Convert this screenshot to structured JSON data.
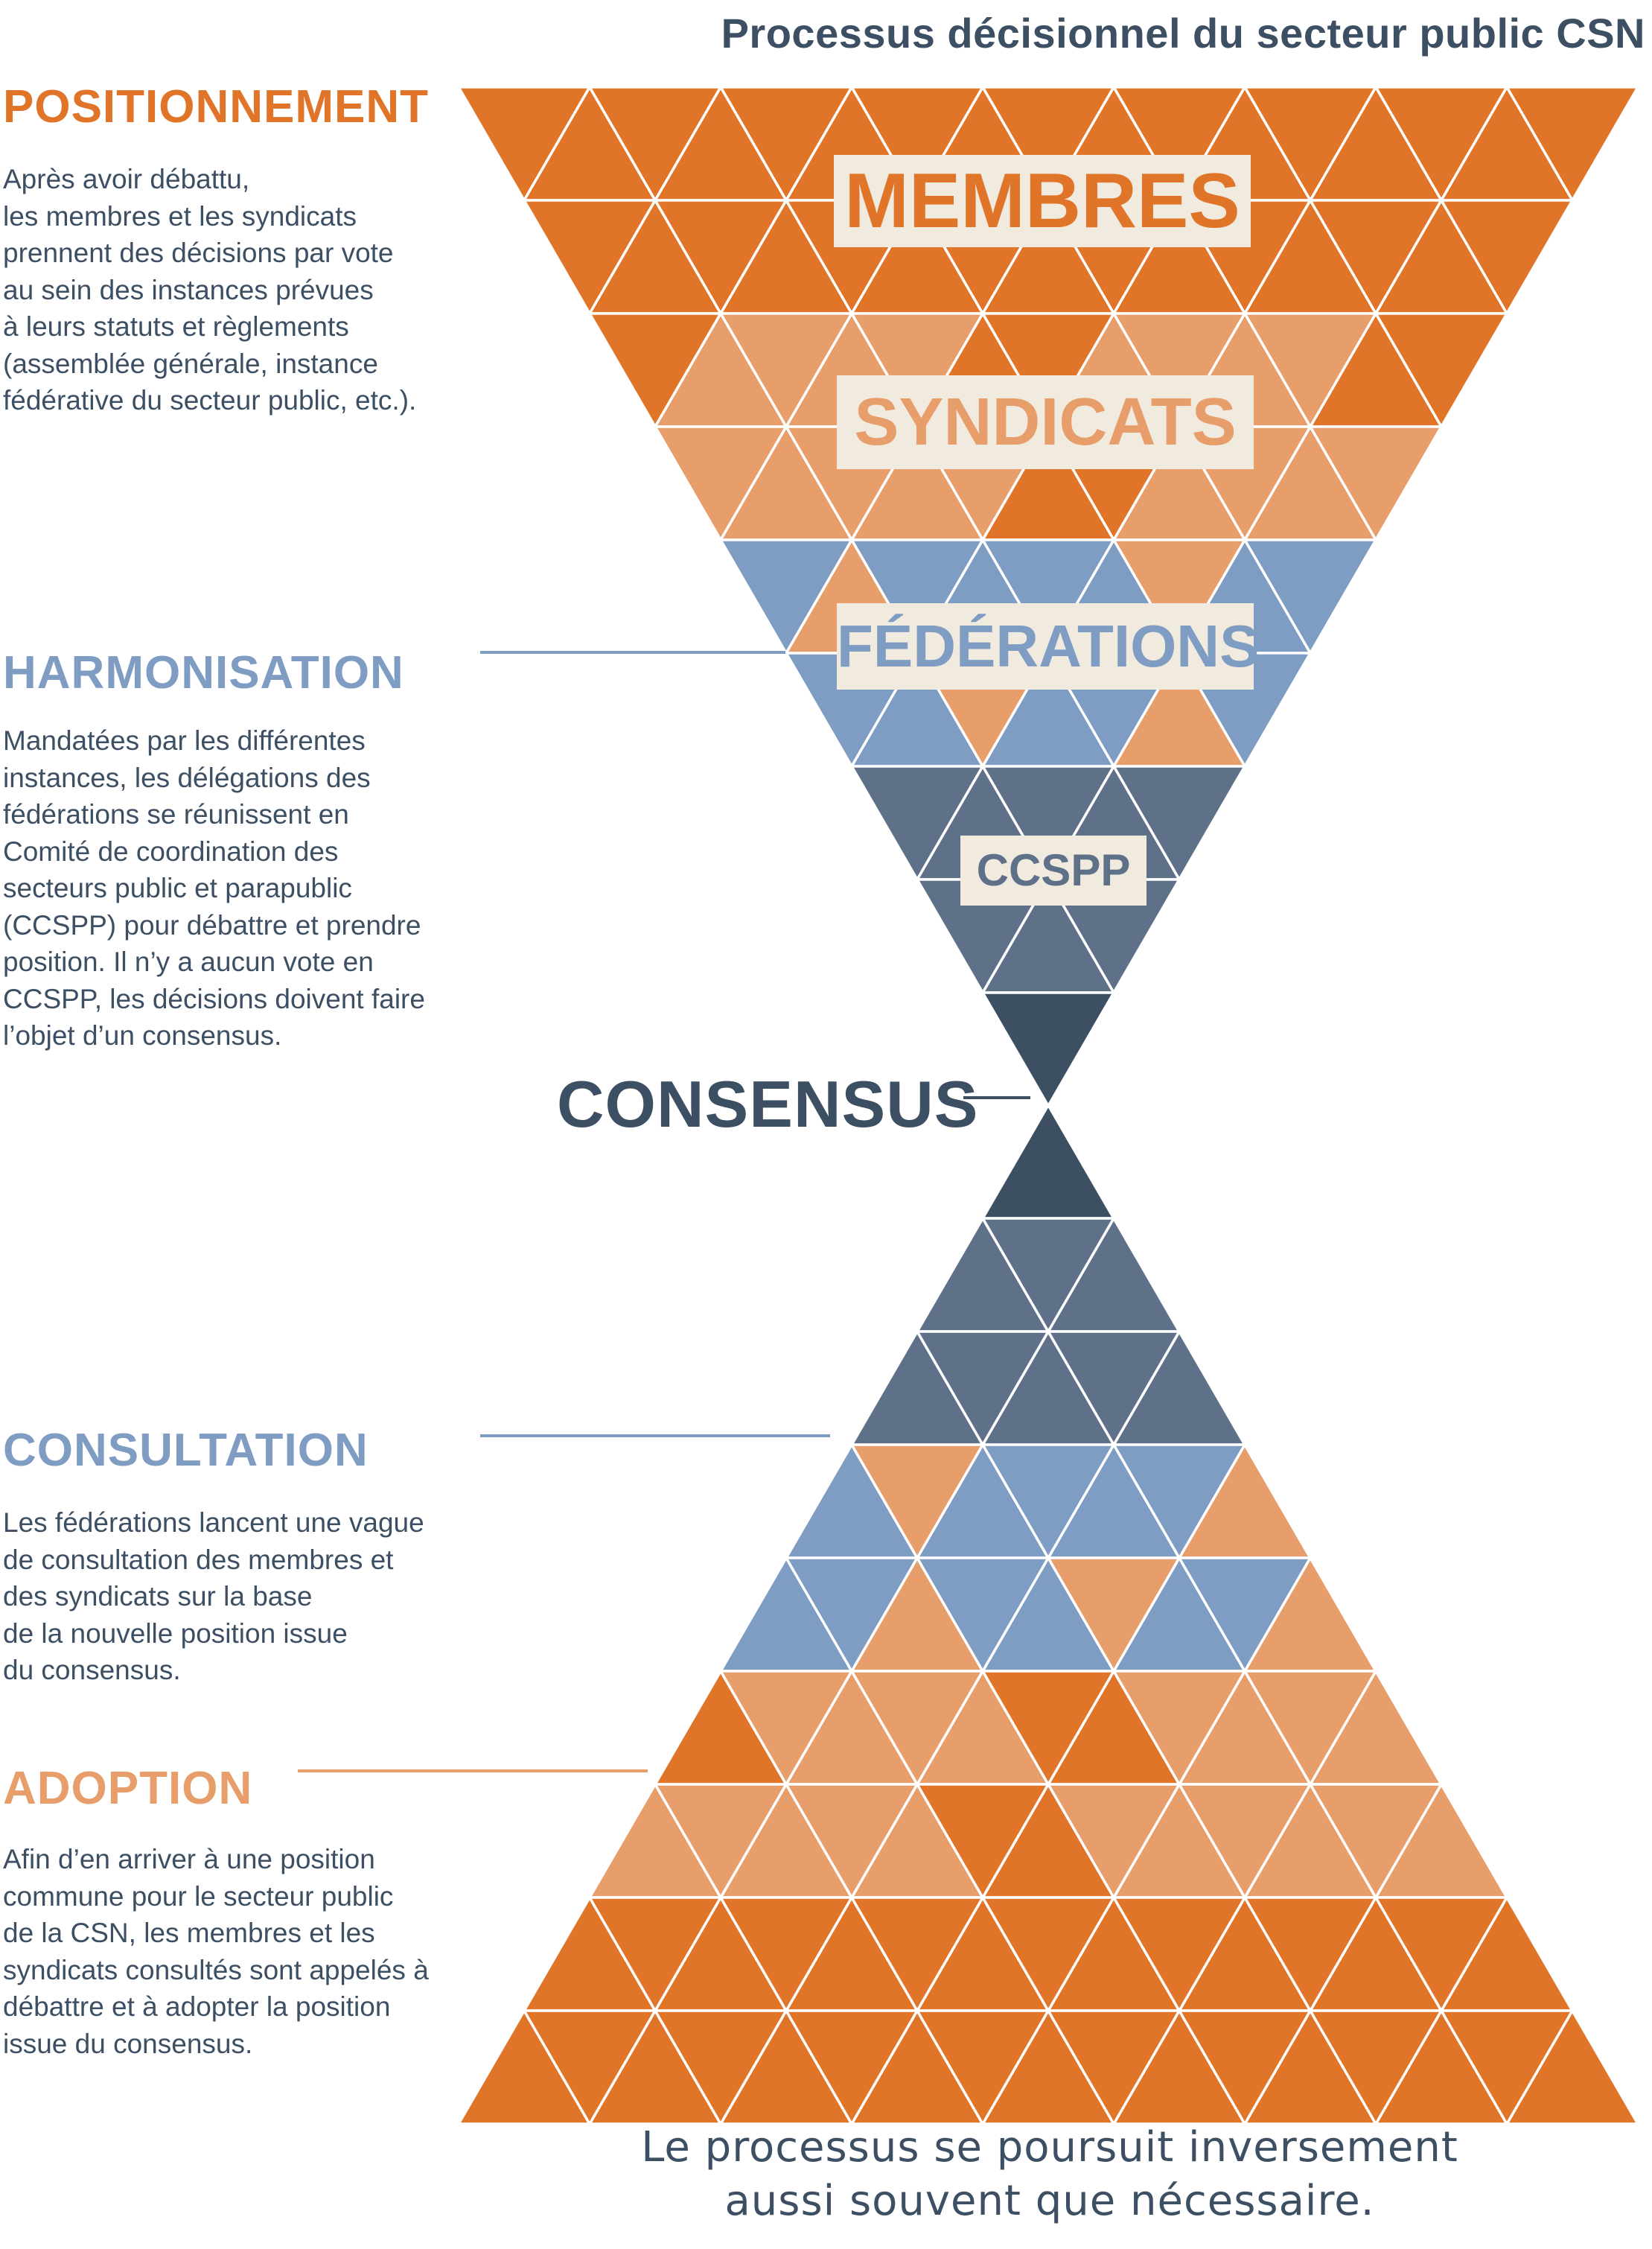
{
  "title": "Processus décisionnel du secteur public CSN",
  "sections": [
    {
      "heading": "POSITIONNEMENT",
      "color": "#e07428",
      "text": "Après avoir débattu,\nles membres et les syndicats\nprennent des décisions par vote\nau sein des instances prévues\nà leurs statuts et règlements\n(assemblée générale, instance\nfédérative du secteur public, etc.)."
    },
    {
      "heading": "HARMONISATION",
      "color": "#7f9cc2",
      "text": "Mandatées par les différentes\ninstances, les délégations des\nfédérations se réunissent en\nComité de coordination des\nsecteurs public et parapublic\n(CCSPP) pour débattre et prendre\nposition. Il n’y a aucun vote en\nCCSPP, les décisions doivent faire\nl’objet d’un consensus."
    },
    {
      "heading": "CONSULTATION",
      "color": "#7f9cc2",
      "text": "Les fédérations lancent une vague\nde consultation des membres et\ndes syndicats sur la base\nde la nouvelle position issue\ndu consensus."
    },
    {
      "heading": "ADOPTION",
      "color": "#e89e6a",
      "text": "Afin d’en arriver à une position\ncommune pour le secteur public\nde la CSN, les membres et les\nsyndicats consultés sont appelés à\ndébattre et à adopter la position\nissue du consensus."
    }
  ],
  "levels": [
    {
      "label": "MEMBRES",
      "color": "#e07428"
    },
    {
      "label": "SYNDICATS",
      "color": "#e89e6a"
    },
    {
      "label": "FÉDÉRATIONS",
      "color": "#7f9cc2"
    },
    {
      "label": "CCSPP",
      "color": "#5e7188"
    }
  ],
  "center_label": "CONSENSUS",
  "footer": "Le processus se poursuit inversement\naussi souvent que nécessaire.",
  "colors": {
    "orange": "#e07428",
    "light_orange": "#e89e6a",
    "blue": "#7f9cc2",
    "slate": "#5e7188",
    "dark": "#3d4f63",
    "label_bg": "#f0eadf"
  }
}
